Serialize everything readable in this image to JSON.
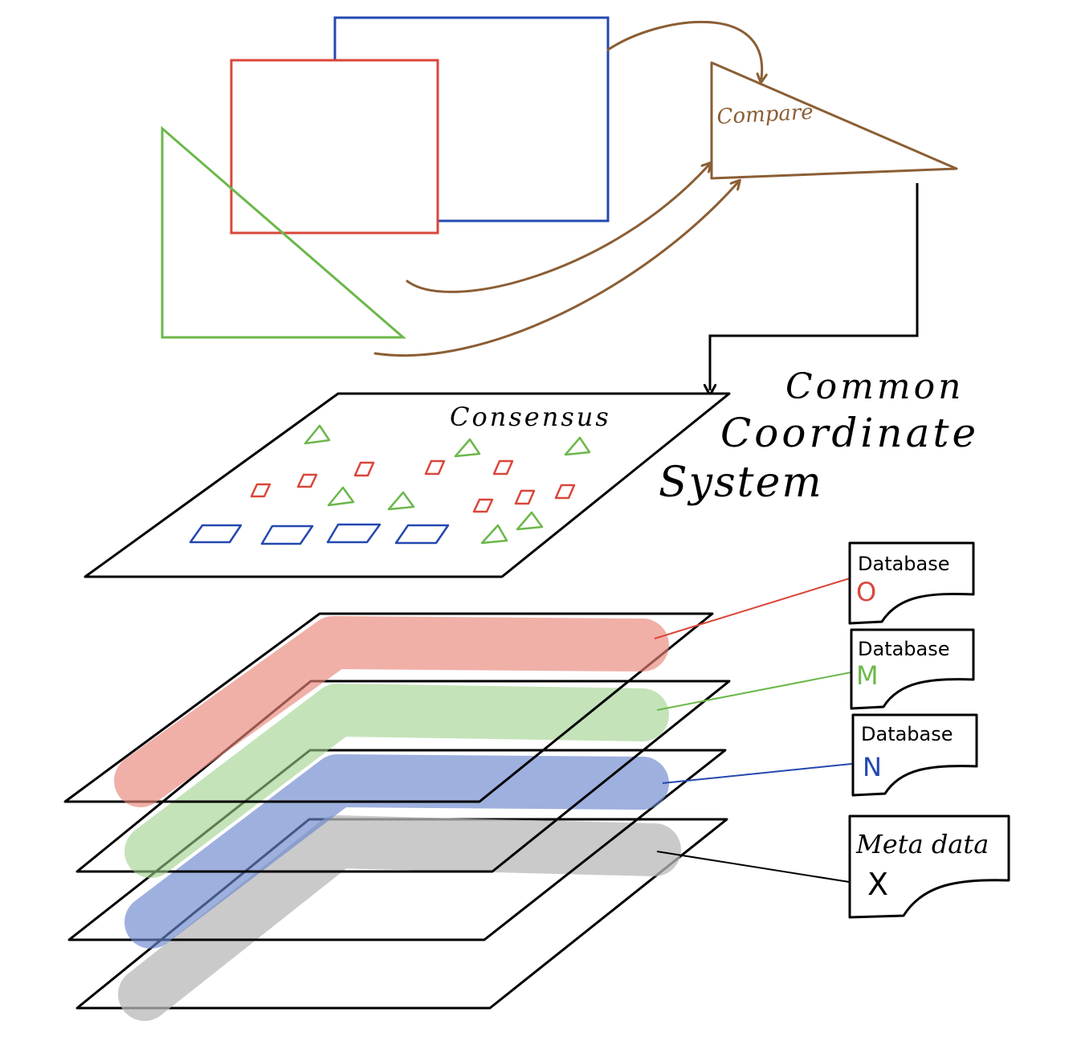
{
  "colors": {
    "ink": "#000000",
    "compare": "#8B5E34",
    "red": "#D9473A",
    "green": "#6BB84A",
    "blue": "#2448B0",
    "gray": "#9A9A9A",
    "red_band": "#E8857A",
    "green_band": "#9DD08A",
    "blue_band": "#6A86CC",
    "gray_band": "#B8B8B8"
  },
  "labels": {
    "compare": "Compare",
    "consensus": "Consensus",
    "common": "Common",
    "coordinate": "Coordinate",
    "system": "System"
  },
  "cards": [
    {
      "title": "Database",
      "letter": "O",
      "color": "#D9473A"
    },
    {
      "title": "Database",
      "letter": "M",
      "color": "#6BB84A"
    },
    {
      "title": "Database",
      "letter": "N",
      "color": "#2448B0"
    },
    {
      "title": "Meta data",
      "letter": "X",
      "color": "#000000"
    }
  ]
}
